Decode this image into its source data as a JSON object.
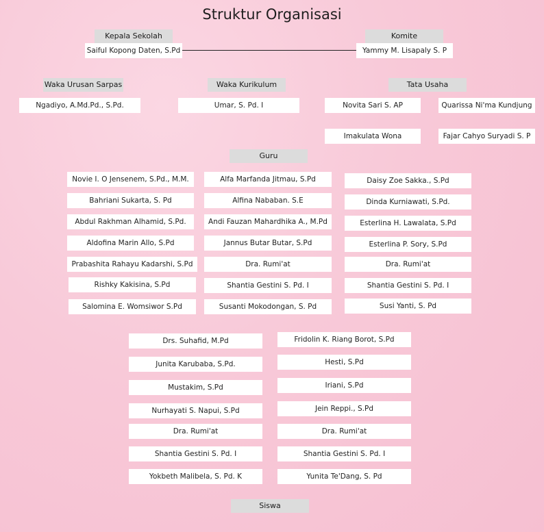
{
  "title": "Struktur Organisasi",
  "kepala": {
    "label": "Kepala Sekolah",
    "name": "Saiful Kopong Daten, S.Pd"
  },
  "komite": {
    "label": "Komite",
    "name": "Yammy M. Lisapaly S. P"
  },
  "sarpras": {
    "label": "Waka  Urusan Sarpas",
    "name": "Ngadiyo, A.Md.Pd., S.Pd."
  },
  "kurikulum": {
    "label": "Waka Kurikulum",
    "name": "Umar, S. Pd. I"
  },
  "tata_usaha": {
    "label": "Tata Usaha",
    "staff": [
      "Novita Sari S. AP",
      "Quarissa Ni'ma Kundjung",
      "Imakulata Wona",
      "Fajar Cahyo Suryadi S. P"
    ]
  },
  "guru": {
    "label": "Guru",
    "col1": [
      "Novie I. O Jensenem, S.Pd., M.M.",
      "Bahriani Sukarta, S. Pd",
      "Abdul Rakhman Alhamid, S.Pd.",
      "Aldofina Marin Allo, S.Pd",
      "Prabashita Rahayu Kadarshi, S.Pd",
      "Rishky Kakisina, S.Pd",
      "Salomina E. Womsiwor S.Pd"
    ],
    "col2": [
      "Alfa Marfanda Jitmau, S.Pd",
      "Alfina Nababan. S.E",
      "Andi Fauzan Mahardhika A., M.Pd",
      "Jannus Butar Butar, S.Pd",
      "Dra. Rumi'at",
      "Shantia Gestini S. Pd. I",
      "Susanti Mokodongan, S. Pd"
    ],
    "col3": [
      "Daisy Zoe Sakka., S.Pd",
      "Dinda Kurniawati, S.Pd.",
      "Esterlina H. Lawalata, S.Pd",
      "Esterlina P. Sory, S.Pd",
      "Dra. Rumi'at",
      "Shantia Gestini S. Pd. I",
      "Susi Yanti, S. Pd"
    ],
    "col4": [
      "Drs. Suhafid, M.Pd",
      "Junita Karubaba, S.Pd.",
      "Mustakim, S.Pd",
      "Nurhayati S. Napui, S.Pd",
      "Dra. Rumi'at",
      "Shantia Gestini S. Pd. I",
      "Yokbeth Malibela, S. Pd. K"
    ],
    "col5": [
      "Fridolin K. Riang Borot, S.Pd",
      "Hesti, S.Pd",
      "Iriani, S.Pd",
      "Jein Reppi., S.Pd",
      "Dra. Rumi'at",
      "Shantia Gestini S. Pd. I",
      "Yunita Te'Dang, S. Pd"
    ]
  },
  "siswa": {
    "label": "Siswa"
  }
}
